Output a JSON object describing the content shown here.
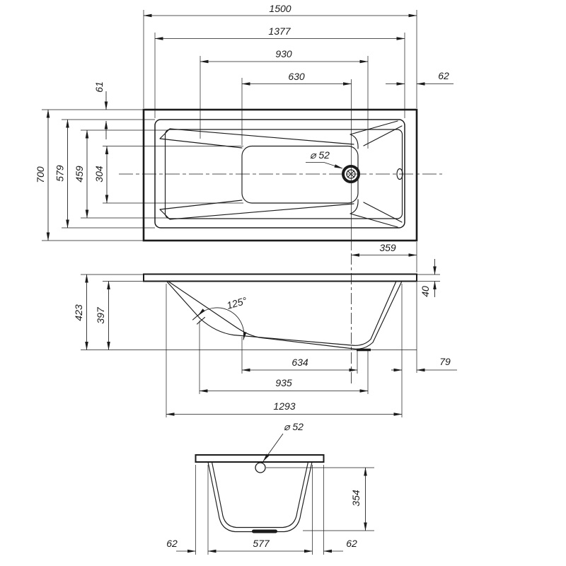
{
  "drawing": {
    "subject": "Rectangular bathtub - dimensioned orthographic technical drawing",
    "units": "mm",
    "line_color": "#1b1b1b",
    "background": "#ffffff",
    "top_view": {
      "len_1500": "1500",
      "len_1377": "1377",
      "len_930": "930",
      "len_630": "630",
      "rim_62": "62",
      "rim_61": "61",
      "wid_700": "700",
      "wid_579": "579",
      "wid_459": "459",
      "wid_304": "304",
      "drain_label": "⌀ 52",
      "off_359": "359"
    },
    "side_view": {
      "h_423": "423",
      "h_397": "397",
      "ang_125": "125°",
      "rim_40": "40",
      "off_79": "79",
      "bot_634": "634",
      "bot_935": "935",
      "open_1293": "1293"
    },
    "end_view": {
      "drain_label": "⌀ 52",
      "d_354": "354",
      "e62_left": "62",
      "w_577": "577",
      "e62_right": "62"
    }
  }
}
